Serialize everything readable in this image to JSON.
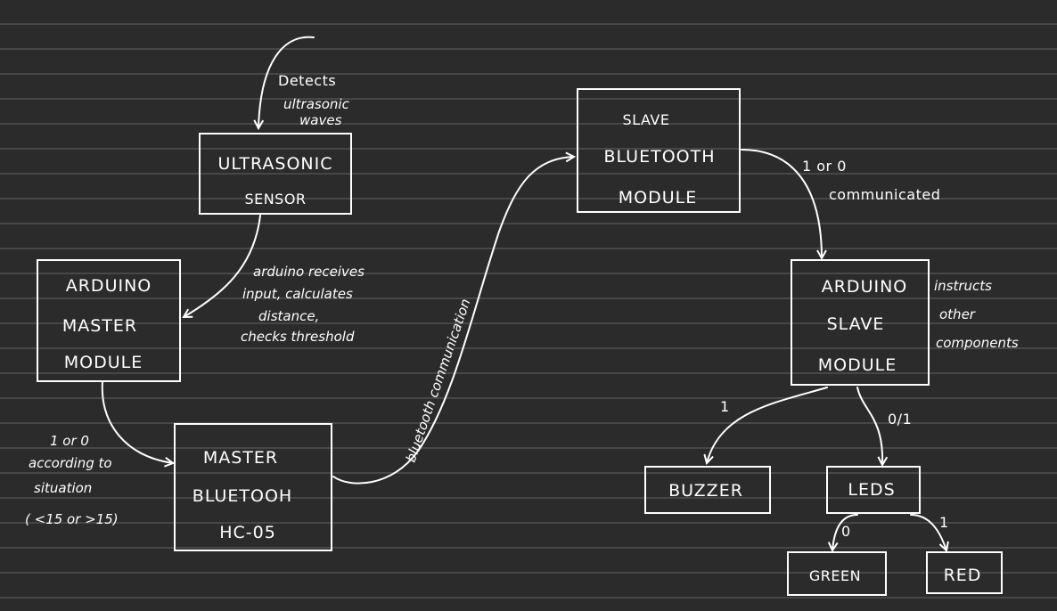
{
  "nodes": {
    "ultrasonic": [
      "ULTRASONIC",
      "SENSOR"
    ],
    "arduino_master": [
      "ARDUINO",
      "MASTER",
      "MODULE"
    ],
    "master_bt": [
      "MASTER",
      "BLUETOOH",
      "HC-05"
    ],
    "slave_bt": [
      "SLAVE",
      "BLUETOOTH",
      "MODULE"
    ],
    "arduino_slave": [
      "ARDUINO",
      "SLAVE",
      "MODULE"
    ],
    "buzzer": "BUZZER",
    "leds": "LEDS",
    "green": "GREEN",
    "red": "RED"
  },
  "annotations": {
    "detects": [
      "Detects",
      "ultrasonic",
      "waves"
    ],
    "arduino_receives": [
      "arduino receives",
      "input, calculates",
      "distance,",
      "checks threshold"
    ],
    "according": [
      "1 or 0",
      "according to",
      "situation",
      "( <15 or >15)"
    ],
    "bluetooth_comm": "bluetooth communication",
    "communicated": [
      "1 or 0",
      "communicated"
    ],
    "instructs": [
      "instructs",
      "other",
      "components"
    ],
    "buzzer_edge": "1",
    "leds_edge": "0/1",
    "green_edge": "0",
    "red_edge": "1"
  }
}
